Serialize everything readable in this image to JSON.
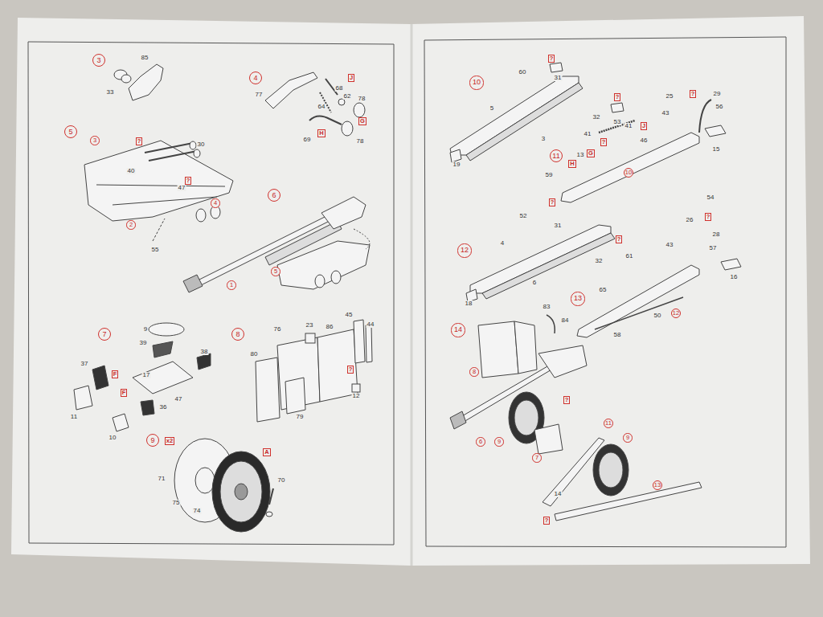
{
  "diagram": {
    "nodes": [
      {
        "text": [
          "3"
        ]
      },
      {
        "text": [
          "4"
        ]
      },
      {
        "text": [
          "J"
        ]
      },
      {
        "text": [
          "H"
        ]
      },
      {
        "text": [
          "G"
        ]
      },
      {
        "text": [
          "5"
        ]
      },
      {
        "text": [
          "3"
        ]
      },
      {
        "text": [
          "?"
        ]
      },
      {
        "text": [
          "?"
        ]
      },
      {
        "text": [
          "4"
        ]
      },
      {
        "text": [
          "2"
        ]
      },
      {
        "text": [
          "6"
        ]
      },
      {
        "text": [
          "5"
        ]
      },
      {
        "text": [
          "1"
        ]
      },
      {
        "text": [
          "7"
        ]
      },
      {
        "text": [
          "F"
        ]
      },
      {
        "text": [
          "F"
        ]
      },
      {
        "text": [
          "8"
        ]
      },
      {
        "text": [
          "?"
        ]
      },
      {
        "text": [
          "9"
        ]
      },
      {
        "text": [
          "x2"
        ]
      },
      {
        "text": [
          "A"
        ]
      },
      {
        "text": [
          "10"
        ]
      },
      {
        "text": [
          "?"
        ]
      },
      {
        "text": [
          "?"
        ]
      },
      {
        "text": [
          "?"
        ]
      },
      {
        "text": [
          "?"
        ]
      },
      {
        "text": [
          "J"
        ]
      },
      {
        "text": [
          "10"
        ]
      },
      {
        "text": [
          "11"
        ]
      },
      {
        "text": [
          "G"
        ]
      },
      {
        "text": [
          "H"
        ]
      },
      {
        "text": [
          "12"
        ]
      },
      {
        "text": [
          "?"
        ]
      },
      {
        "text": [
          "?"
        ]
      },
      {
        "text": [
          "13"
        ]
      },
      {
        "text": [
          "?"
        ]
      },
      {
        "text": [
          "12"
        ]
      },
      {
        "text": [
          "14"
        ]
      },
      {
        "text": [
          "8"
        ]
      },
      {
        "text": [
          "?"
        ]
      },
      {
        "text": [
          "6"
        ]
      },
      {
        "text": [
          "9"
        ]
      },
      {
        "text": [
          "11"
        ]
      },
      {
        "text": [
          "9"
        ]
      },
      {
        "text": [
          "7"
        ]
      },
      {
        "text": [
          "?"
        ]
      },
      {
        "text": [
          "13"
        ]
      }
    ],
    "labels": [
      "85",
      "33",
      "77",
      "68",
      "64",
      "62",
      "78",
      "69",
      "78",
      "30",
      "40",
      "47",
      "55",
      "9",
      "39",
      "38",
      "37",
      "17",
      "47",
      "36",
      "11",
      "10",
      "76",
      "23",
      "86",
      "45",
      "44",
      "80",
      "12",
      "79",
      "71",
      "75",
      "74",
      "70",
      "60",
      "31",
      "5",
      "3",
      "32",
      "53",
      "19",
      "25",
      "29",
      "56",
      "15",
      "43",
      "41",
      "41",
      "46",
      "13",
      "59",
      "52",
      "31",
      "4",
      "32",
      "61",
      "6",
      "18",
      "54",
      "26",
      "28",
      "57",
      "16",
      "43",
      "65",
      "50",
      "58",
      "83",
      "84",
      "14"
    ]
  }
}
